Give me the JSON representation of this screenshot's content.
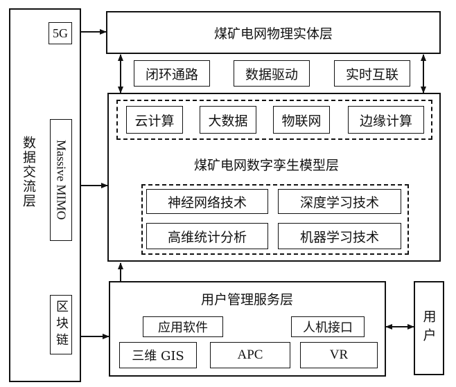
{
  "left_column": {
    "title": "数据交流层",
    "item_5g": "5G",
    "item_massive_mimo": "Massive MIMO",
    "item_blockchain": "区块链"
  },
  "physical_layer": {
    "title": "煤矿电网物理实体层"
  },
  "connectors": {
    "closed_loop": "闭环通路",
    "data_driven": "数据驱动",
    "realtime_interconnect": "实时互联"
  },
  "twin_layer": {
    "title": "煤矿电网数字孪生模型层",
    "tech_top": [
      "云计算",
      "大数据",
      "物联网",
      "边缘计算"
    ],
    "tech_bottom": [
      "神经网络技术",
      "深度学习技术",
      "高维统计分析",
      "机器学习技术"
    ]
  },
  "user_service_layer": {
    "title": "用户管理服务层",
    "app_software": "应用软件",
    "hmi": "人机接口",
    "gis": "三维 GIS",
    "apc": "APC",
    "vr": "VR"
  },
  "user": {
    "label": "用户"
  }
}
